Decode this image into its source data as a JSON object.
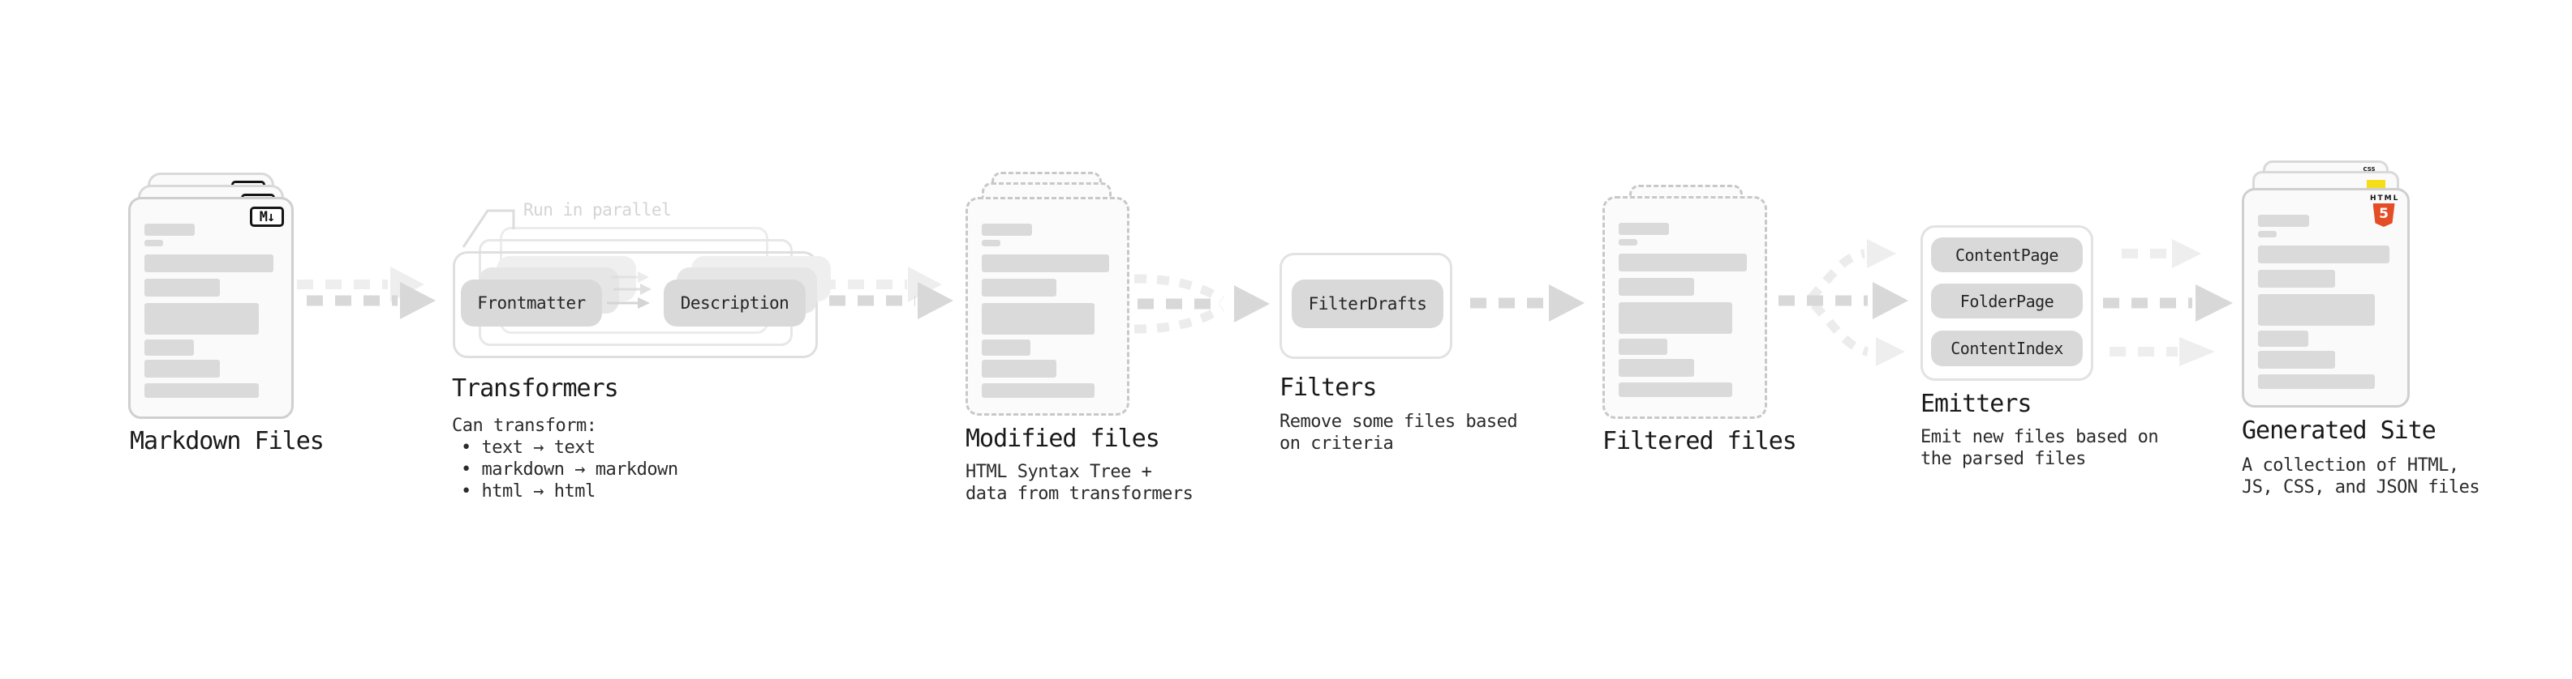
{
  "stages": {
    "markdown_files": {
      "label": "Markdown Files",
      "badge": "M↓"
    },
    "transformers": {
      "title": "Transformers",
      "parallel_note": "Run in parallel",
      "nodes": [
        "Frontmatter",
        "Description"
      ],
      "description_heading": "Can transform:",
      "bullets": [
        "text → text",
        "markdown → markdown",
        "html → html"
      ]
    },
    "modified_files": {
      "title": "Modified files",
      "description_lines": [
        "HTML Syntax Tree +",
        "data from transformers"
      ]
    },
    "filters": {
      "title": "Filters",
      "nodes": [
        "FilterDrafts"
      ],
      "description_lines": [
        "Remove some files based",
        "on criteria"
      ]
    },
    "filtered_files": {
      "title": "Filtered files"
    },
    "emitters": {
      "title": "Emitters",
      "nodes": [
        "ContentPage",
        "FolderPage",
        "ContentIndex"
      ],
      "description_lines": [
        "Emit new files based on",
        "the parsed files"
      ]
    },
    "generated_site": {
      "title": "Generated Site",
      "description_lines": [
        "A collection of HTML,",
        "JS, CSS, and JSON files"
      ],
      "badges": {
        "html_word": "HTML",
        "html_number": "5",
        "css": "CSS"
      }
    }
  },
  "colors": {
    "card-fill": "#fafafa",
    "card-border": "#cfcfcf",
    "dashed-border": "#c8c8c8",
    "skeleton-bar": "#dadada",
    "node-fill": "#d9d9d9",
    "box-border": "#e2e2e2",
    "arrow-main": "#d8d8d8",
    "arrow-faint": "#eeeeee",
    "text-primary": "#1a1a1a",
    "text-muted": "#d4d4d4",
    "accent-html5": "#e44d26",
    "accent-js": "#f5de19",
    "accent-css": "#2b66e4"
  }
}
